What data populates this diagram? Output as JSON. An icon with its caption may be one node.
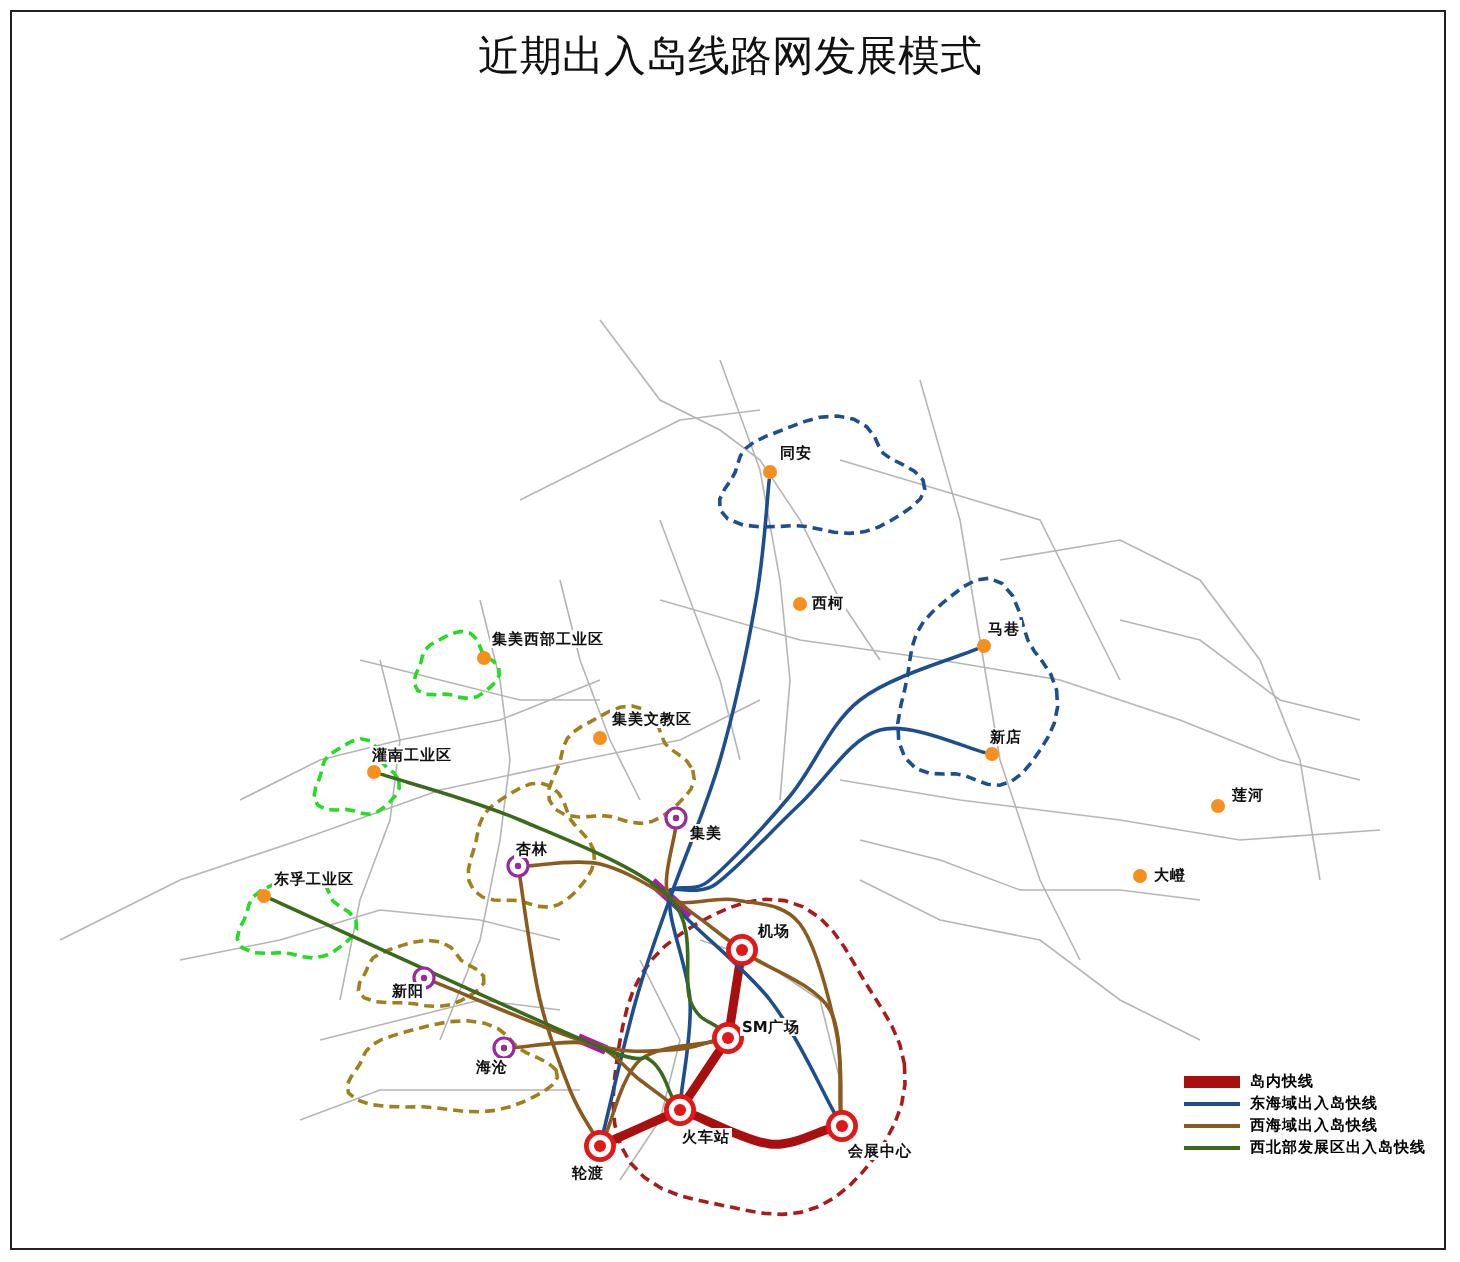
{
  "diagram": {
    "title": "近期出入岛线路网发展模式",
    "nodes": [
      {
        "text": [
          "同安"
        ]
      },
      {
        "text": [
          "西柯"
        ]
      },
      {
        "text": [
          "马巷"
        ]
      },
      {
        "text": [
          "新店"
        ]
      },
      {
        "text": [
          "莲河"
        ]
      },
      {
        "text": [
          "大嶝"
        ]
      },
      {
        "text": [
          "集美西部工业区"
        ]
      },
      {
        "text": [
          "集美文教区"
        ]
      },
      {
        "text": [
          "灌南工业区"
        ]
      },
      {
        "text": [
          "集美"
        ]
      },
      {
        "text": [
          "杏林"
        ]
      },
      {
        "text": [
          "东孚工业区"
        ]
      },
      {
        "text": [
          "新阳"
        ]
      },
      {
        "text": [
          "海沧"
        ]
      },
      {
        "text": [
          "机场"
        ]
      },
      {
        "text": [
          "SM广场"
        ]
      },
      {
        "text": [
          "火车站"
        ]
      },
      {
        "text": [
          "轮渡"
        ]
      },
      {
        "text": [
          "会展中心"
        ]
      }
    ],
    "edges": [
      {
        "from": 14,
        "to": 15,
        "arrow": "none",
        "style": "thick",
        "color": "#a80f0f"
      },
      {
        "from": 15,
        "to": 16,
        "arrow": "none",
        "style": "thick",
        "color": "#a80f0f"
      },
      {
        "from": 16,
        "to": 17,
        "arrow": "none",
        "style": "thick",
        "color": "#a80f0f"
      },
      {
        "from": 16,
        "to": 18,
        "arrow": "none",
        "style": "thick",
        "color": "#a80f0f"
      },
      {
        "from": 0,
        "to": 17,
        "arrow": "none",
        "color": "#1d4f8f"
      },
      {
        "from": 2,
        "to": 16,
        "arrow": "none",
        "color": "#1d4f8f"
      },
      {
        "from": 3,
        "to": 18,
        "arrow": "none",
        "color": "#1d4f8f"
      },
      {
        "from": 10,
        "to": 14,
        "arrow": "none",
        "color": "#8b5a1e"
      },
      {
        "from": 10,
        "to": 17,
        "arrow": "none",
        "color": "#8b5a1e"
      },
      {
        "from": 12,
        "to": 15,
        "arrow": "none",
        "color": "#8b5a1e"
      },
      {
        "from": 13,
        "to": 16,
        "arrow": "none",
        "color": "#8b5a1e"
      },
      {
        "from": 9,
        "to": 18,
        "arrow": "none",
        "color": "#8b5a1e"
      },
      {
        "from": 14,
        "to": 18,
        "arrow": "none",
        "color": "#8b5a1e"
      },
      {
        "from": 17,
        "to": 15,
        "arrow": "none",
        "color": "#8b5a1e"
      },
      {
        "from": 8,
        "to": 15,
        "arrow": "none",
        "color": "#3b6a1c"
      },
      {
        "from": 11,
        "to": 16,
        "arrow": "none",
        "color": "#3b6a1c"
      }
    ],
    "legend": [
      {
        "text": "岛内快线",
        "color": "#a80f0f"
      },
      {
        "text": "东海域出入岛快线",
        "color": "#1d4f8f"
      },
      {
        "text": "西海域出入岛快线",
        "color": "#8b5a1e"
      },
      {
        "text": "西北部发展区出入岛快线",
        "color": "#3b6a1c"
      }
    ]
  }
}
